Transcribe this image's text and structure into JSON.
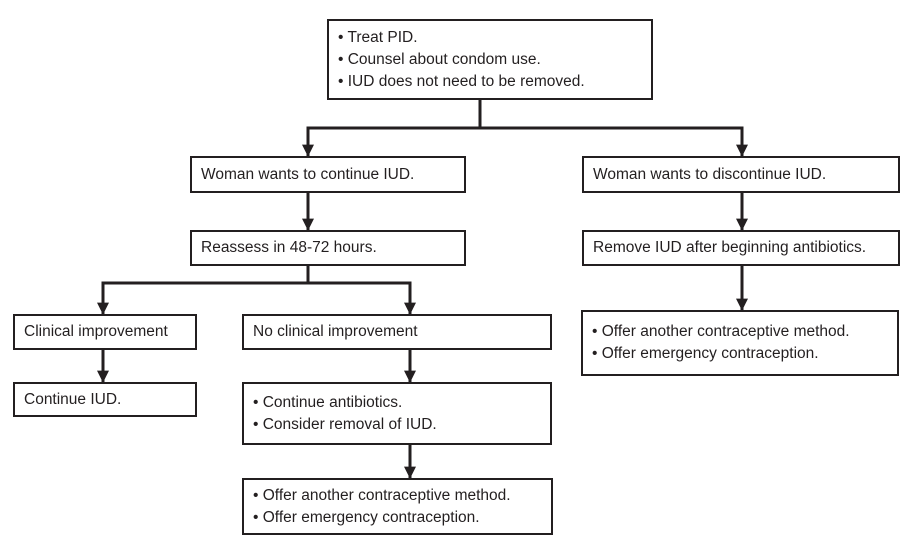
{
  "colors": {
    "line": "#231f20",
    "text": "#231f20",
    "background": "#ffffff",
    "box_background": "#ffffff"
  },
  "nodes": {
    "treat_pid": {
      "lines": [
        "• Treat PID.",
        "• Counsel about condom use.",
        "• IUD does not need to be removed."
      ]
    },
    "wants_continue": {
      "lines": [
        "Woman wants to continue IUD."
      ]
    },
    "wants_discontinue": {
      "lines": [
        "Woman wants to discontinue IUD."
      ]
    },
    "reassess": {
      "lines": [
        "Reassess in 48-72 hours."
      ]
    },
    "remove_iud": {
      "lines": [
        "Remove IUD after beginning antibiotics."
      ]
    },
    "clinical_improvement": {
      "lines": [
        "Clinical improvement"
      ]
    },
    "no_clinical_improvement": {
      "lines": [
        "No clinical improvement"
      ]
    },
    "offer_after_removal": {
      "lines": [
        "• Offer another contraceptive method.",
        "• Offer emergency contraception."
      ]
    },
    "continue_iud": {
      "lines": [
        "Continue IUD."
      ]
    },
    "continue_antibiotics": {
      "lines": [
        "• Continue antibiotics.",
        "• Consider removal of IUD."
      ]
    },
    "offer_after_no_improvement": {
      "lines": [
        "• Offer another contraceptive method.",
        "• Offer emergency contraception."
      ]
    }
  }
}
